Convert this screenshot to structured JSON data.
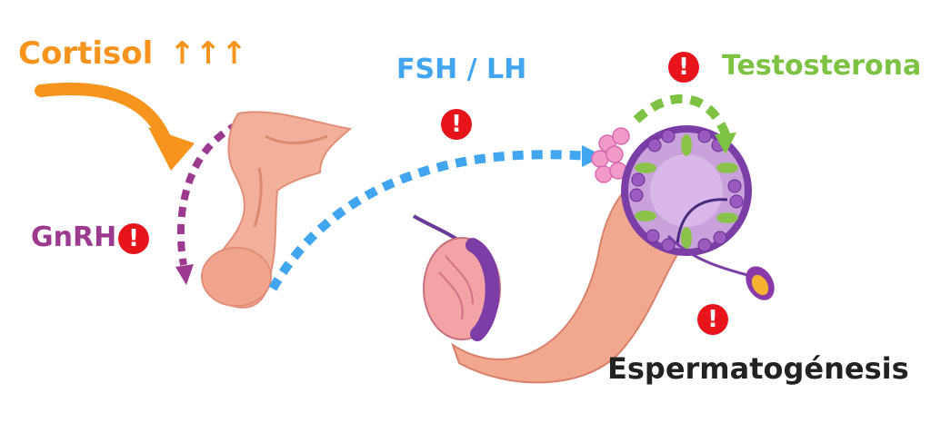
{
  "labels": {
    "cortisol": "Cortisol",
    "cortisol_arrows": "↑↑↑",
    "gnrh": "GnRH",
    "fsh_lh": "FSH / LH",
    "testosterona": "Testosterona",
    "espermatogenesis": "Espermatogénesis"
  },
  "alert_symbol": "!",
  "colors": {
    "cortisol": "#f7941d",
    "gnrh": "#9b3a8e",
    "fsh_lh": "#42a5f0",
    "testosterona": "#7dc242",
    "espermatogenesis": "#222222",
    "alert": "#e8141c"
  },
  "icons": {
    "pituitary": "pituitary-gland-icon",
    "testis": "testis-icon",
    "tubule": "seminiferous-tubule-icon",
    "sperm": "sperm-icon",
    "alert": "exclamation-alert-icon"
  }
}
